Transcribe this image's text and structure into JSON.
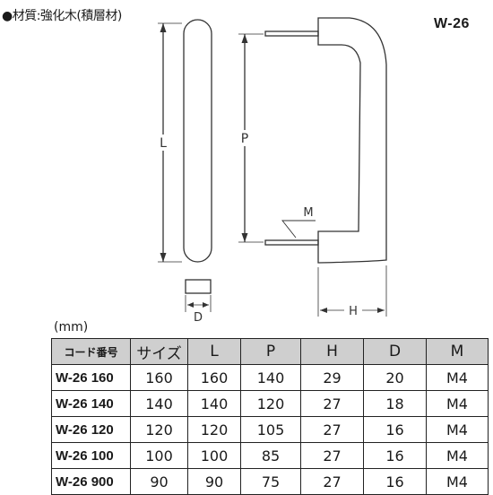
{
  "header": {
    "material": "●材質:強化木(積層材)",
    "model": "W-26"
  },
  "drawing": {
    "label_L": "L",
    "label_P": "P",
    "label_M": "M",
    "label_D": "D",
    "label_H": "H",
    "colors": {
      "line": "#333333"
    }
  },
  "table": {
    "unit": "(mm)",
    "headers": [
      "コード番号",
      "サイズ",
      "L",
      "P",
      "H",
      "D",
      "M"
    ],
    "rows": [
      [
        "W-26 160",
        "160",
        "160",
        "140",
        "29",
        "20",
        "M4"
      ],
      [
        "W-26 140",
        "140",
        "140",
        "120",
        "27",
        "18",
        "M4"
      ],
      [
        "W-26 120",
        "120",
        "120",
        "105",
        "27",
        "16",
        "M4"
      ],
      [
        "W-26 100",
        "100",
        "100",
        "85",
        "27",
        "16",
        "M4"
      ],
      [
        "W-26 900",
        "90",
        "90",
        "75",
        "27",
        "16",
        "M4"
      ]
    ]
  }
}
